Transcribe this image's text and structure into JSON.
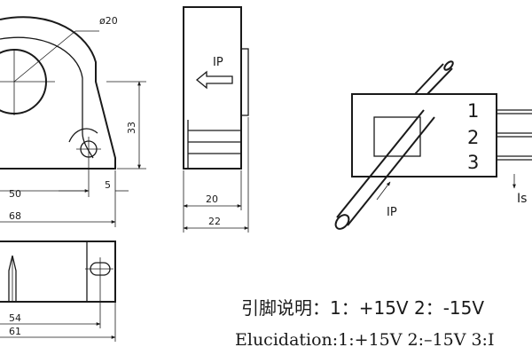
{
  "front_view": {
    "hole_diameter": "ø20",
    "height": "33",
    "width_50": "50",
    "offset_5": "5",
    "width_68": "68"
  },
  "side_view": {
    "current_label": "IP",
    "width_20": "20",
    "width_22": "22"
  },
  "bottom_view": {
    "width_54": "54",
    "width_61": "61"
  },
  "schematic": {
    "pins": [
      "1",
      "2",
      "3"
    ],
    "primary_label": "IP",
    "secondary_label": "Is"
  },
  "caption": {
    "chinese": "引脚说明：1：+15V 2：-15V",
    "english": "Elucidation:1:+15V 2:–15V 3:I"
  }
}
